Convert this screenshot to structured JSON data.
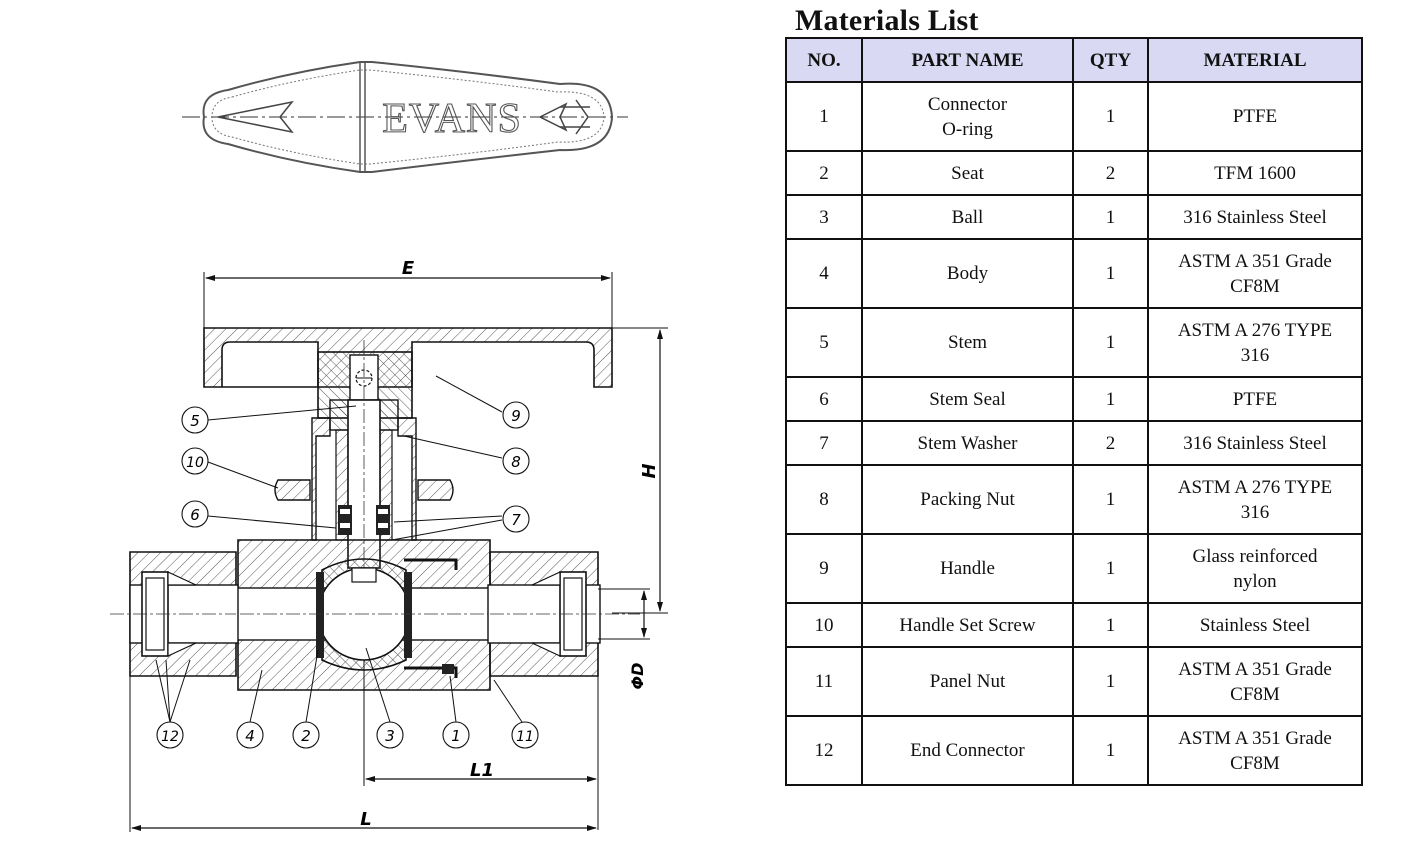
{
  "logo": {
    "text": "EVANS"
  },
  "drawing": {
    "dimensions": {
      "e": "E",
      "h": "H",
      "d": "ΦD",
      "l1": "L1",
      "l": "L"
    },
    "callouts": [
      "5",
      "10",
      "6",
      "9",
      "8",
      "7",
      "12",
      "4",
      "2",
      "3",
      "1",
      "11"
    ]
  },
  "materials": {
    "title": "Materials List",
    "headers": {
      "no": "NO.",
      "part_name": "PART NAME",
      "qty": "QTY",
      "material": "MATERIAL"
    },
    "rows": [
      {
        "no": "1",
        "part_name": "Connector\nO-ring",
        "qty": "1",
        "material": "PTFE"
      },
      {
        "no": "2",
        "part_name": "Seat",
        "qty": "2",
        "material": "TFM 1600"
      },
      {
        "no": "3",
        "part_name": "Ball",
        "qty": "1",
        "material": "316 Stainless Steel"
      },
      {
        "no": "4",
        "part_name": "Body",
        "qty": "1",
        "material": "ASTM A 351 Grade\nCF8M"
      },
      {
        "no": "5",
        "part_name": "Stem",
        "qty": "1",
        "material": "ASTM A 276 TYPE\n316"
      },
      {
        "no": "6",
        "part_name": "Stem Seal",
        "qty": "1",
        "material": "PTFE"
      },
      {
        "no": "7",
        "part_name": "Stem Washer",
        "qty": "2",
        "material": "316 Stainless Steel"
      },
      {
        "no": "8",
        "part_name": "Packing Nut",
        "qty": "1",
        "material": "ASTM A 276 TYPE\n316"
      },
      {
        "no": "9",
        "part_name": "Handle",
        "qty": "1",
        "material": "Glass reinforced\nnylon"
      },
      {
        "no": "10",
        "part_name": "Handle Set Screw",
        "qty": "1",
        "material": "Stainless Steel"
      },
      {
        "no": "11",
        "part_name": "Panel Nut",
        "qty": "1",
        "material": "ASTM A 351 Grade\nCF8M"
      },
      {
        "no": "12",
        "part_name": "End Connector",
        "qty": "1",
        "material": "ASTM A 351 Grade\nCF8M"
      }
    ]
  }
}
